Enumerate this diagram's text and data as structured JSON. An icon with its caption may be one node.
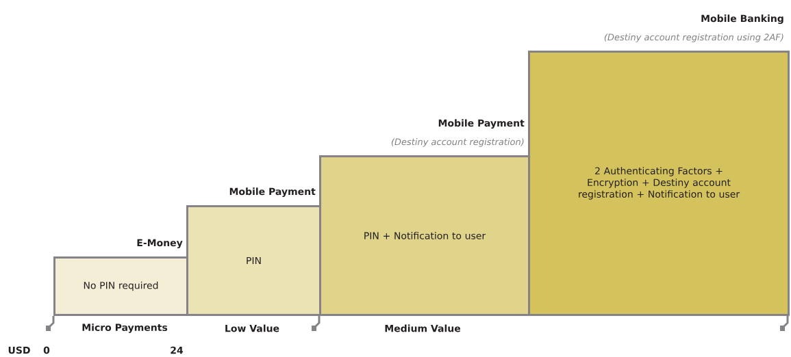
{
  "diagram": {
    "nodes": [
      {
        "text": [
          "E-Money",
          "No PIN required"
        ]
      },
      {
        "text": [
          "Mobile Payment",
          "PIN"
        ]
      },
      {
        "text": [
          "Mobile Payment",
          "(Destiny account registration)",
          "PIN + Notification to user"
        ]
      },
      {
        "text": [
          "Mobile Banking",
          "(Destiny account registration using 2AF)",
          "2 Authenticating Factors + Encryption + Destiny account registration + Notification to user"
        ]
      }
    ],
    "labels": [
      "Micro Payments",
      "Low Value",
      "Medium Value",
      "USD",
      "0",
      "24"
    ]
  }
}
